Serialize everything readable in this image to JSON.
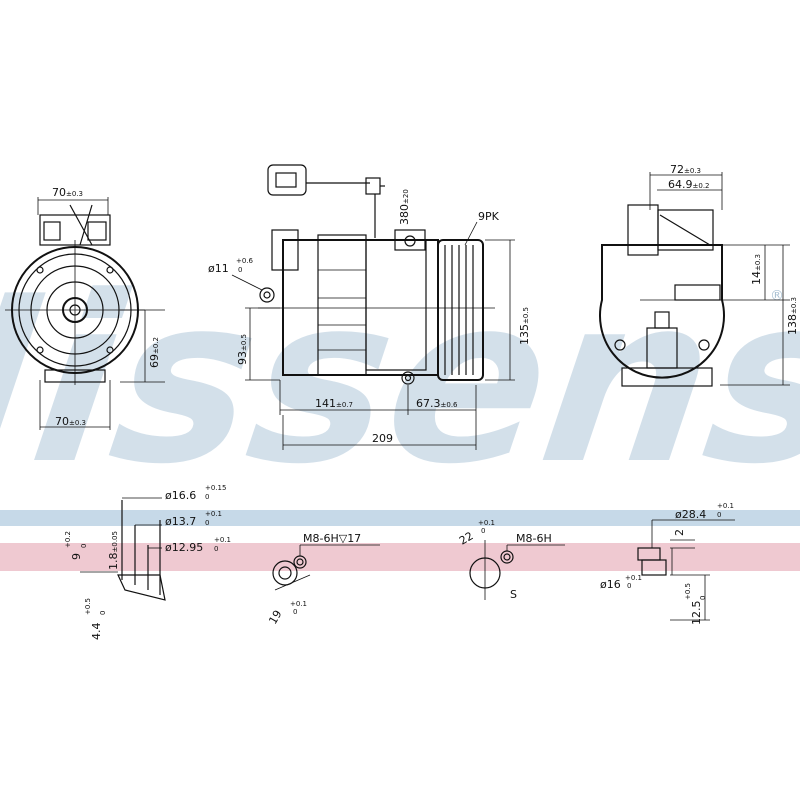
{
  "brand": {
    "watermark": "Nissens",
    "registered_mark": "®",
    "watermark_color": "#c9d9e6",
    "band_blue": "#c6d9e8",
    "band_pink": "#efc9d1"
  },
  "front_view": {
    "width_top": "70",
    "width_top_tol": "±0.3",
    "width_bottom": "70",
    "width_bottom_tol": "±0.3",
    "center_height": "69",
    "center_height_tol": "±0.2"
  },
  "side_view": {
    "port_dia": "ø11",
    "port_dia_tol_upper": "+0.6",
    "port_dia_tol_lower": "0",
    "connector_height": "380",
    "connector_height_tol": "±20",
    "belt": "9PK",
    "mount_height": "93",
    "mount_height_tol": "±0.5",
    "pulley_height": "135",
    "pulley_height_tol": "±0.5",
    "mount_spacing": "141",
    "mount_spacing_tol": "±0.7",
    "pulley_offset": "67.3",
    "pulley_offset_tol": "±0.6",
    "overall_length": "209"
  },
  "rear_view": {
    "top_width": "72",
    "top_width_tol": "±0.3",
    "inner_width": "64.9",
    "inner_width_tol": "±0.2",
    "port_offset": "14",
    "port_offset_tol": "±0.3",
    "total_height": "138",
    "total_height_tol": "±0.3"
  },
  "details": {
    "d1": {
      "dia_outer": "ø16.6",
      "dia_outer_tol_upper": "+0.15",
      "dia_outer_tol_lower": "0",
      "dia_mid": "ø13.7",
      "dia_mid_tol_upper": "+0.1",
      "dia_mid_tol_lower": "0",
      "dia_inner": "ø12.95",
      "dia_inner_tol_upper": "+0.1",
      "dia_inner_tol_lower": "0",
      "depth": "9",
      "depth_tol_upper": "+0.2",
      "depth_tol_lower": "0",
      "step": "1.8",
      "step_tol": "±0.05",
      "offset": "4.4",
      "offset_tol_upper": "+0.5",
      "offset_tol_lower": "0"
    },
    "d2": {
      "thread": "M8-6H▽17",
      "offset": "19",
      "offset_tol_upper": "+0.1",
      "offset_tol_lower": "0"
    },
    "d3": {
      "dia": "22",
      "dia_tol_upper": "+0.1",
      "dia_tol_lower": "0",
      "thread": "M8-6H",
      "label_s": "S"
    },
    "d4": {
      "dia_outer": "ø28.4",
      "dia_outer_tol_upper": "+0.1",
      "dia_outer_tol_lower": "0",
      "step": "2",
      "dia_inner": "ø16",
      "dia_inner_tol_upper": "+0.1",
      "dia_inner_tol_lower": "0",
      "height": "12.5",
      "height_tol_upper": "+0.5",
      "height_tol_lower": "0"
    }
  }
}
